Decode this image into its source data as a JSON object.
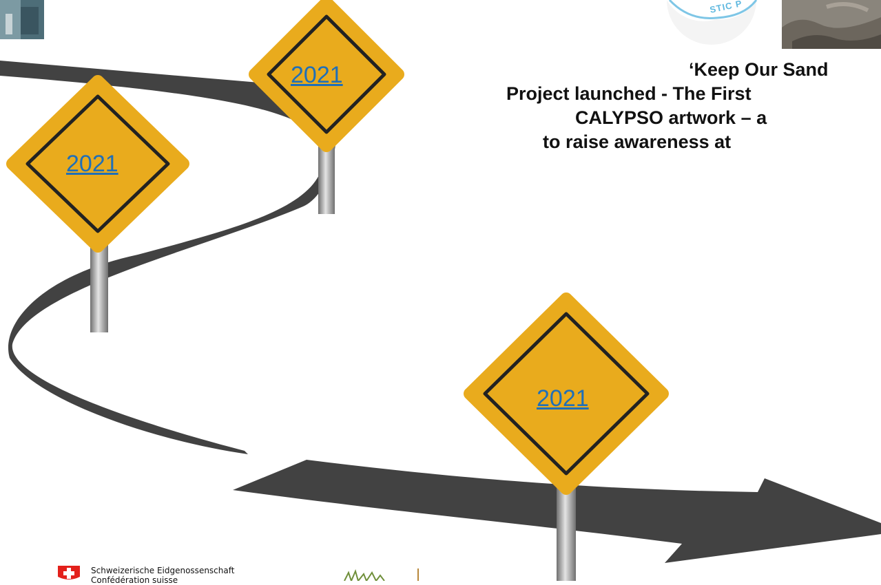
{
  "signs": [
    {
      "label": "2021"
    },
    {
      "label": "2021"
    },
    {
      "label": "2021"
    }
  ],
  "caption": {
    "lines": [
      "‘Keep Our Sand",
      "Project launched - The First",
      "CALYPSO artwork – a",
      "to raise awareness at"
    ]
  },
  "badge": {
    "text": "STIC P"
  },
  "footer": {
    "logo_line1": "Schweizerische Eidgenossenschaft",
    "logo_line2": "Confédération suisse"
  },
  "colors": {
    "road": "#424242",
    "sign_fill": "#e9ab1d",
    "sign_border": "#222222",
    "link": "#1f6fb8",
    "pole": "#9a9a9a"
  }
}
